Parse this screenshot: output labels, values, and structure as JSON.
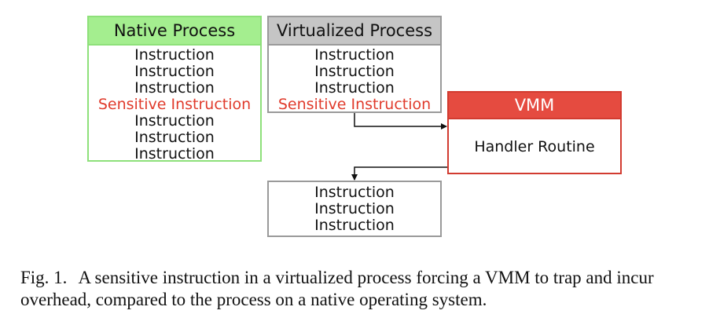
{
  "native": {
    "title": "Native Process",
    "lines": [
      "Instruction",
      "Instruction",
      "Instruction",
      "Sensitive Instruction",
      "Instruction",
      "Instruction",
      "Instruction"
    ]
  },
  "virtualized": {
    "title": "Virtualized Process",
    "lines": [
      "Instruction",
      "Instruction",
      "Instruction",
      "Sensitive Instruction"
    ]
  },
  "vmm": {
    "title": "VMM",
    "body": "Handler Routine"
  },
  "resume": {
    "lines": [
      "Instruction",
      "Instruction",
      "Instruction"
    ]
  },
  "caption": {
    "label": "Fig. 1.",
    "text": "A sensitive instruction in a virtualized process forcing a VMM to trap and incur overhead, compared to the process on a native operating system."
  },
  "colors": {
    "native_border": "#8ee07a",
    "native_header": "#a4ee8f",
    "virtual_header": "#c5c5c5",
    "vmm_header": "#e54b40",
    "sensitive_text": "#e03b2c"
  }
}
